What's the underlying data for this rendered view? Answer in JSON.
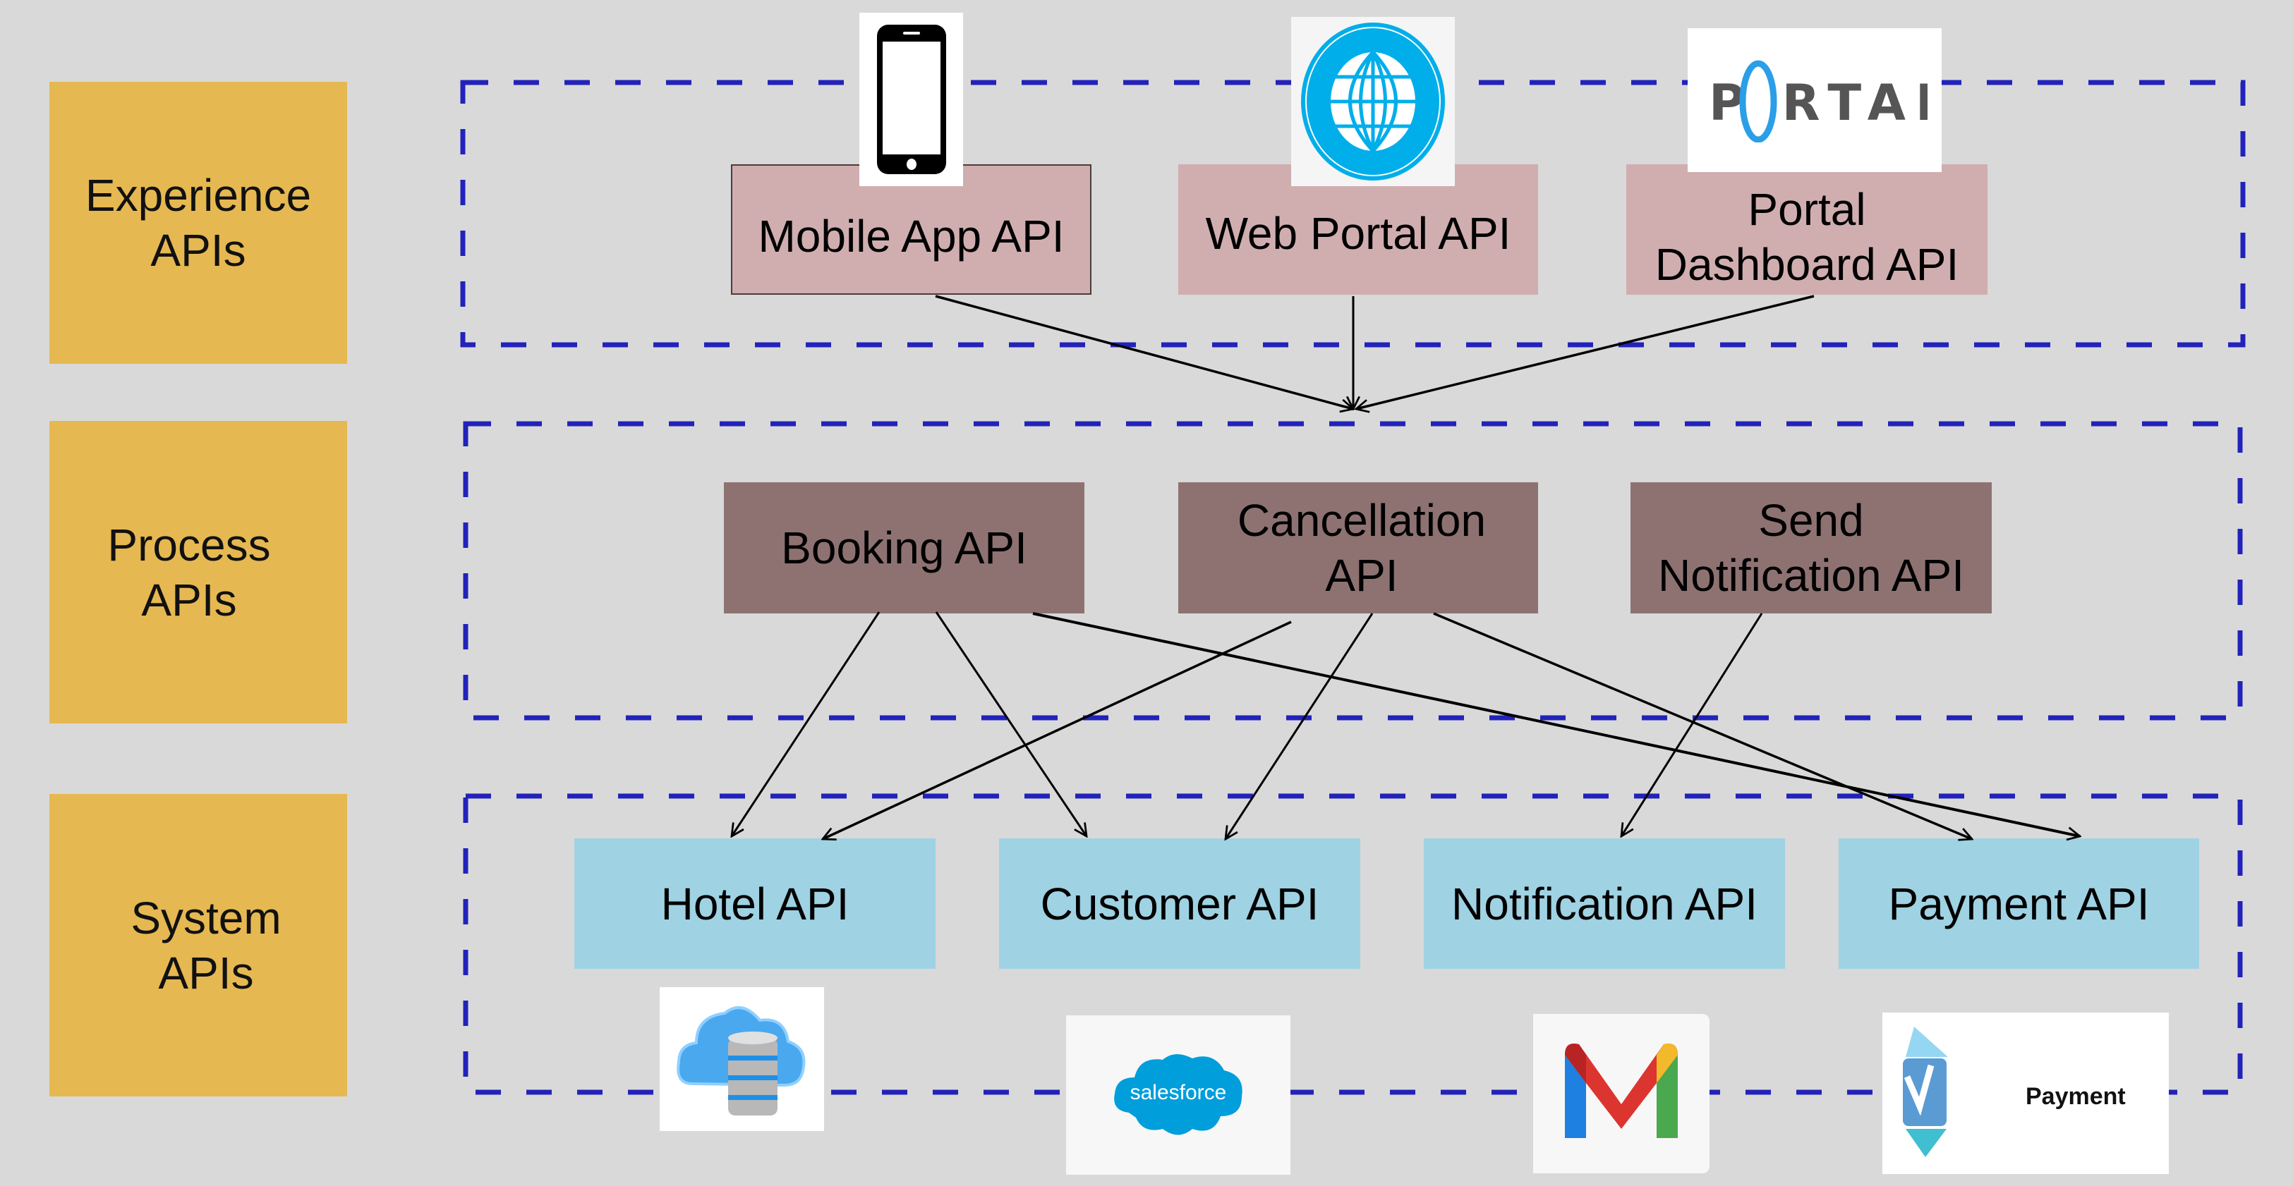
{
  "layers": {
    "experience": {
      "label": "Experience\nAPIs"
    },
    "process": {
      "label": "Process\nAPIs"
    },
    "system": {
      "label": "System\nAPIs"
    }
  },
  "experience_apis": [
    {
      "id": "mobile",
      "label": "Mobile App API",
      "icon": "smartphone-icon"
    },
    {
      "id": "web",
      "label": "Web Portal API",
      "icon": "globe-icon"
    },
    {
      "id": "portal",
      "label": "Portal\nDashboard API",
      "icon": "portal-logo"
    }
  ],
  "process_apis": [
    {
      "id": "booking",
      "label": "Booking API"
    },
    {
      "id": "cancellation",
      "label": "Cancellation\nAPI"
    },
    {
      "id": "send_notification",
      "label": "Send\nNotification API"
    }
  ],
  "system_apis": [
    {
      "id": "hotel",
      "label": "Hotel API",
      "icon": "cloud-database-icon"
    },
    {
      "id": "customer",
      "label": "Customer API",
      "icon": "salesforce-logo"
    },
    {
      "id": "notification",
      "label": "Notification API",
      "icon": "gmail-logo"
    },
    {
      "id": "payment",
      "label": "Payment API",
      "icon": "payment-logo"
    }
  ],
  "logos": {
    "portal_text": "PORTAL",
    "salesforce_text": "salesforce",
    "payment_text": "Payment"
  },
  "connections": [
    {
      "from": "mobile",
      "to": "cancellation"
    },
    {
      "from": "web",
      "to": "cancellation"
    },
    {
      "from": "portal",
      "to": "cancellation"
    },
    {
      "from": "booking",
      "to": "hotel"
    },
    {
      "from": "booking",
      "to": "customer"
    },
    {
      "from": "booking",
      "to": "payment"
    },
    {
      "from": "cancellation",
      "to": "hotel"
    },
    {
      "from": "cancellation",
      "to": "customer"
    },
    {
      "from": "cancellation",
      "to": "payment"
    },
    {
      "from": "send_notification",
      "to": "notification"
    }
  ],
  "colors": {
    "background": "#d9d9d9",
    "layer_label": "#e6b851",
    "experience_box": "#d0aeb0",
    "process_box": "#8e7272",
    "system_box": "#9fd2e2",
    "frame_dash": "#2222bb",
    "arrow": "#000000"
  }
}
